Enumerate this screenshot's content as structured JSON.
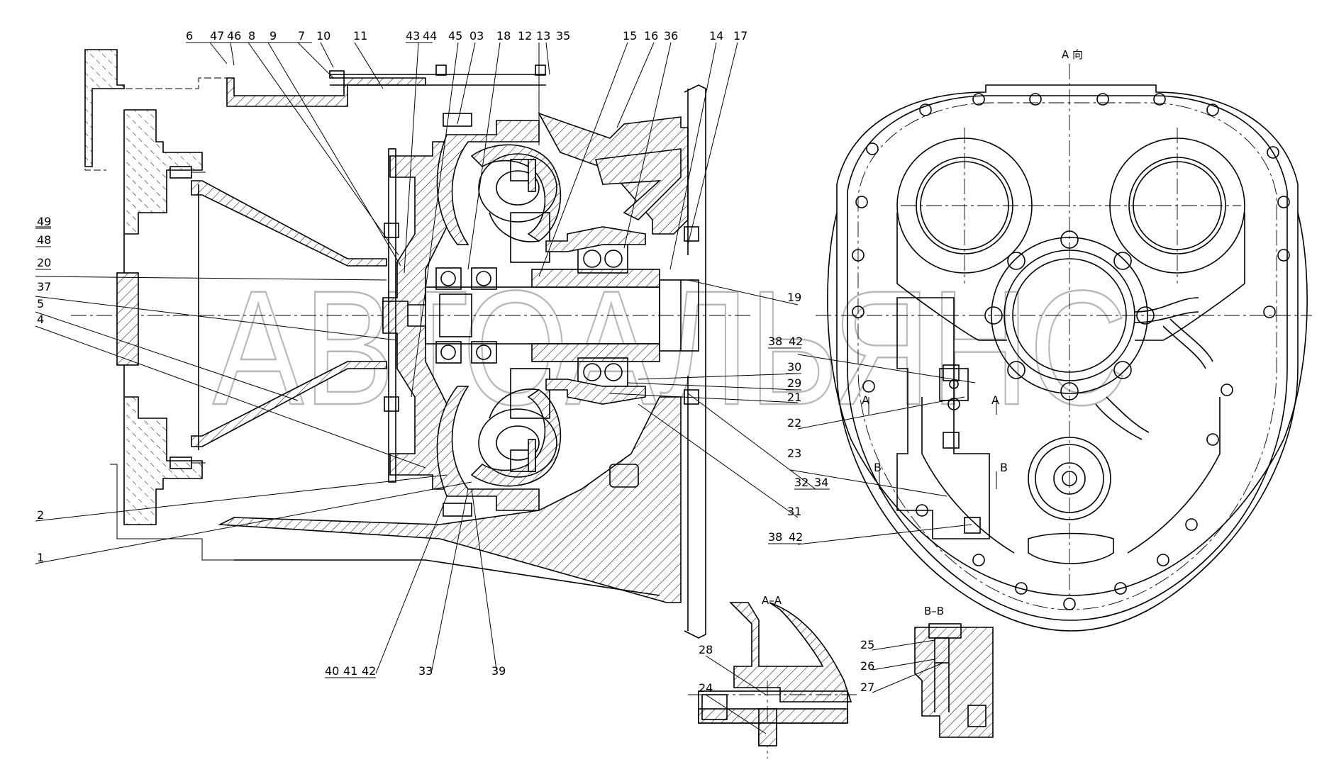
{
  "watermark": "АВТОАЛЬЯНС",
  "view_titles": {
    "view_a": "A 向",
    "section_aa": "A–A",
    "section_bb": "B–B"
  },
  "cut_marks": {
    "a": "A",
    "b": "B"
  },
  "callouts": [
    {
      "text": "6"
    },
    {
      "text": "47"
    },
    {
      "text": "46"
    },
    {
      "text": "8"
    },
    {
      "text": "9"
    },
    {
      "text": "7"
    },
    {
      "text": "10"
    },
    {
      "text": "11"
    },
    {
      "text": "43"
    },
    {
      "text": "44"
    },
    {
      "text": "45"
    },
    {
      "text": "03"
    },
    {
      "text": "18"
    },
    {
      "text": "12"
    },
    {
      "text": "13"
    },
    {
      "text": "35"
    },
    {
      "text": "15"
    },
    {
      "text": "16"
    },
    {
      "text": "36"
    },
    {
      "text": "14"
    },
    {
      "text": "17"
    },
    {
      "text": "49"
    },
    {
      "text": "48"
    },
    {
      "text": "20"
    },
    {
      "text": "37"
    },
    {
      "text": "5"
    },
    {
      "text": "4"
    },
    {
      "text": "2"
    },
    {
      "text": "1"
    },
    {
      "text": "19"
    },
    {
      "text": "38"
    },
    {
      "text": "42"
    },
    {
      "text": "30"
    },
    {
      "text": "29"
    },
    {
      "text": "21"
    },
    {
      "text": "22"
    },
    {
      "text": "32"
    },
    {
      "text": "34"
    },
    {
      "text": "23"
    },
    {
      "text": "31"
    },
    {
      "text": "38"
    },
    {
      "text": "42"
    },
    {
      "text": "40"
    },
    {
      "text": "41"
    },
    {
      "text": "42"
    },
    {
      "text": "33"
    },
    {
      "text": "39"
    },
    {
      "text": "28"
    },
    {
      "text": "24"
    },
    {
      "text": "25"
    },
    {
      "text": "26"
    },
    {
      "text": "27"
    }
  ]
}
